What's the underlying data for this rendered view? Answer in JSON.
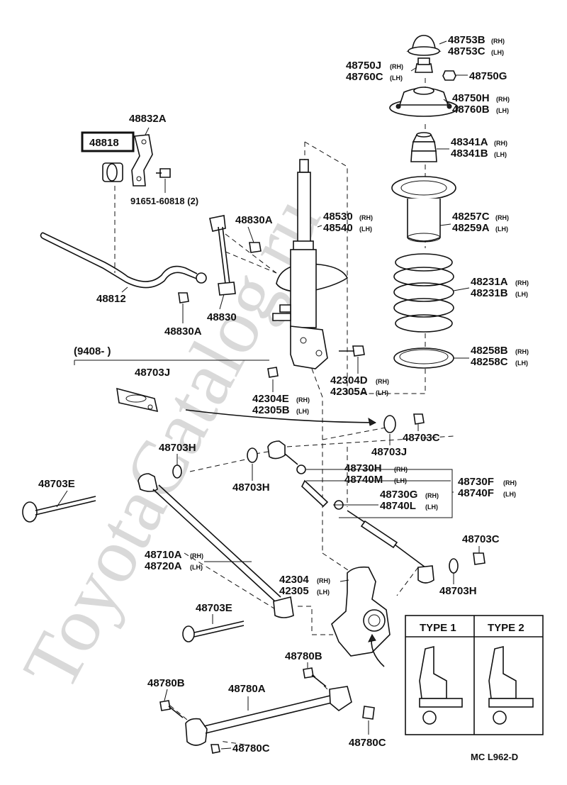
{
  "watermark": "ToyotaCatalog.ru",
  "highlighted_part": "48818",
  "labels": {
    "p48753": "48753B",
    "p48753_s": "(RH)",
    "p48753c": "48753C",
    "p48753c_s": "(LH)",
    "p48750j": "48750J",
    "p48750j_s": "(RH)",
    "p48760c": "48760C",
    "p48760c_s": "(LH)",
    "p48750g": "48750G",
    "p48750h": "48750H",
    "p48750h_s": "(RH)",
    "p48760b": "48760B",
    "p48760b_s": "(LH)",
    "p48341a": "48341A",
    "p48341a_s": "(RH)",
    "p48341b": "48341B",
    "p48341b_s": "(LH)",
    "p48832a": "48832A",
    "p91651": "91651-60818 (2)",
    "p48830a_top": "48830A",
    "p48530": "48530",
    "p48530_s": "(RH)",
    "p48540": "48540",
    "p48540_s": "(LH)",
    "p48257c": "48257C",
    "p48257c_s": "(RH)",
    "p48259a": "48259A",
    "p48259a_s": "(LH)",
    "p48812": "48812",
    "p48830": "48830",
    "p48830a_bot": "48830A",
    "p48231a": "48231A",
    "p48231a_s": "(RH)",
    "p48231b": "48231B",
    "p48231b_s": "(LH)",
    "date_range": "(9408-         )",
    "p48703j_top": "48703J",
    "p48258b": "48258B",
    "p48258b_s": "(RH)",
    "p48258c": "48258C",
    "p48258c_s": "(LH)",
    "p42304d": "42304D",
    "p42304d_s": "(RH)",
    "p42305a": "42305A",
    "p42305a_s": "(LH)",
    "p42304e": "42304E",
    "p42304e_s": "(RH)",
    "p42305b": "42305B",
    "p42305b_s": "(LH)",
    "p48703j_bot": "48703J",
    "p48703c_top": "48703C",
    "p48703h_left": "48703H",
    "p48703h_mid": "48703H",
    "p48730h": "48730H",
    "p48730h_s": "(RH)",
    "p48740m": "48740M",
    "p48740m_s": "(LH)",
    "p48730f": "48730F",
    "p48730f_s": "(RH)",
    "p48740f": "48740F",
    "p48740f_s": "(LH)",
    "p48730g": "48730G",
    "p48730g_s": "(RH)",
    "p48740l": "48740L",
    "p48740l_s": "(LH)",
    "p48703e_top": "48703E",
    "p48703c_mid": "48703C",
    "p48710a": "48710A",
    "p48710a_s": "(RH)",
    "p48720a": "48720A",
    "p48720a_s": "(LH)",
    "p48703h_right": "48703H",
    "p42304": "42304",
    "p42304_s": "(RH)",
    "p42305": "42305",
    "p42305_s": "(LH)",
    "p48703e_bot": "48703E",
    "p48780b_mid": "48780B",
    "p48780b_left": "48780B",
    "p48780a": "48780A",
    "p48780c_right": "48780C",
    "p48780c_bot": "48780C",
    "type1": "TYPE  1",
    "type2": "TYPE  2",
    "ref_code": "MC  L962-D"
  }
}
